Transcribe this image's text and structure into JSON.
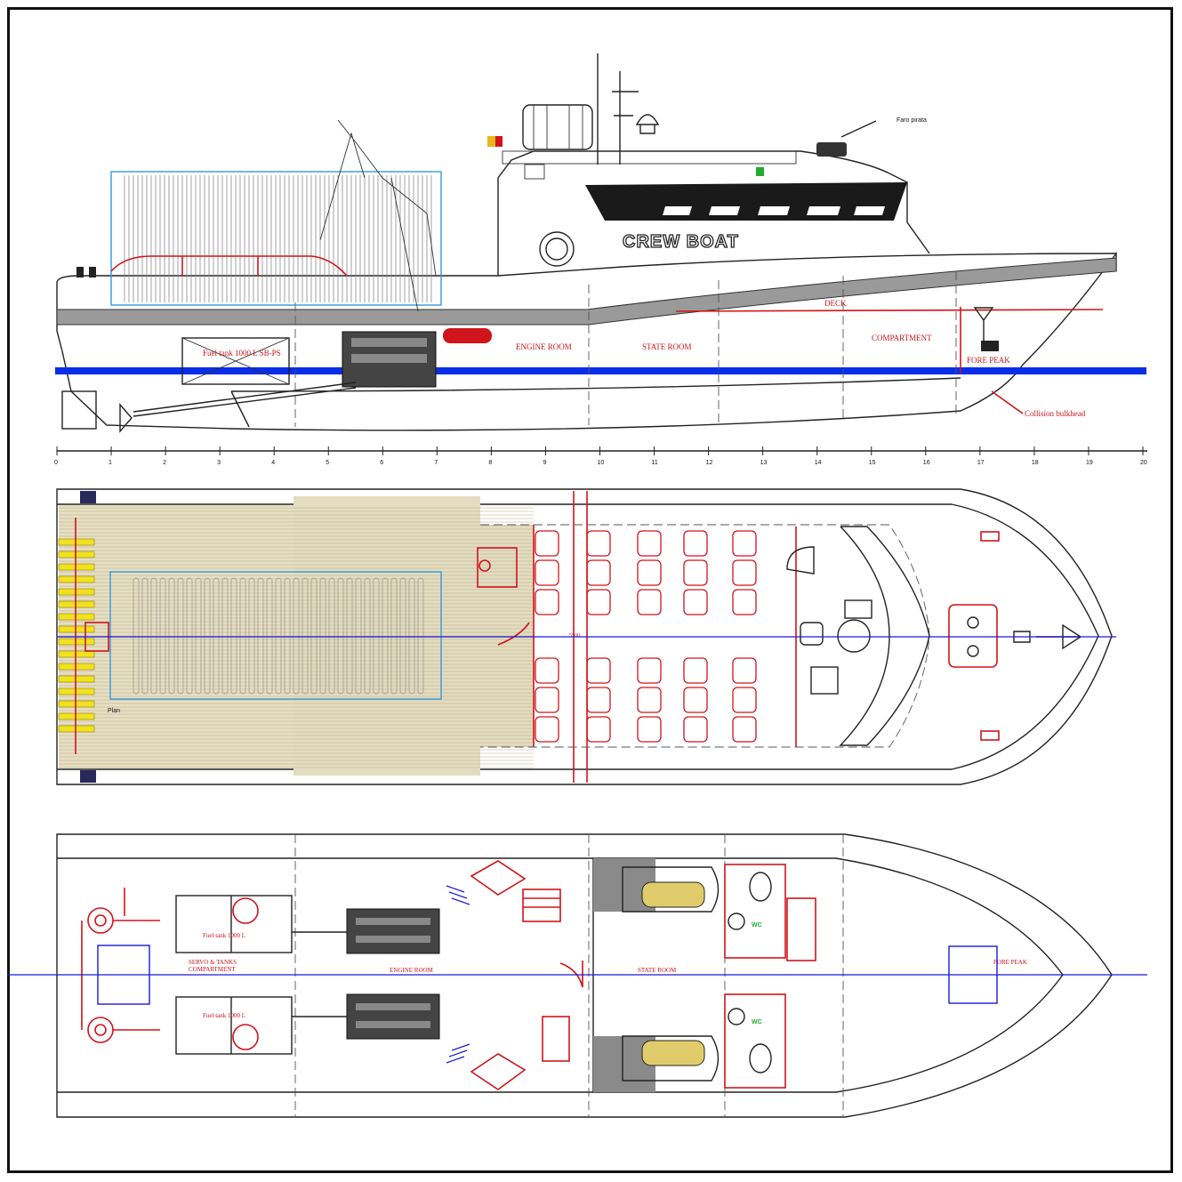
{
  "profile": {
    "vessel_name": "CREW BOAT",
    "searchlight_label": "Faro pirata",
    "fuel_tank_label": "Fuel tank 1000 L SB-PS",
    "engine_room": "ENGINE ROOM",
    "state_room": "STATE ROOM",
    "deck": "DECK",
    "compartment": "COMPARTMENT",
    "fore_peak": "FORE PEAK",
    "collision_bulkhead": "Collision bulkhead",
    "frame_numbers": [
      "0",
      "1",
      "2",
      "3",
      "4",
      "5",
      "6",
      "7",
      "8",
      "9",
      "10",
      "11",
      "12",
      "13",
      "14",
      "15",
      "16",
      "17",
      "18",
      "19",
      "20"
    ]
  },
  "main_deck": {
    "plan_label": "Plan",
    "dimension_label": "5500"
  },
  "lower_deck": {
    "fuel_tank_sb": "Fuel tank 1000 L",
    "fuel_tank_ps": "Fuel tank 1000 L",
    "servo_tanks": "SERVO & TANKS",
    "servo_compartment": "COMPARTMENT",
    "engine_room": "ENGINE ROOM",
    "state_room": "STATE ROOM",
    "wc_1": "WC",
    "wc_2": "WC",
    "fore_peak": "FORE PEAK"
  },
  "colors": {
    "outline": "#222222",
    "accent_red": "#d0141b",
    "centerline_blue": "#1a1ad8",
    "container_blue": "#3399dd",
    "deck_grey": "#9a9a9a",
    "waterline_blue": "#0a2ee8"
  }
}
